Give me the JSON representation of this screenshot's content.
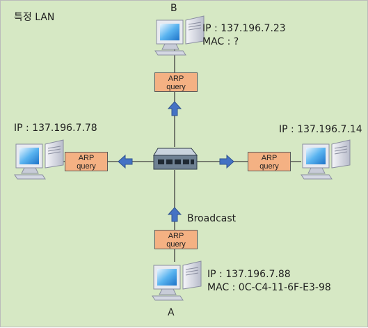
{
  "title": "특정 LAN",
  "colors": {
    "background": "#D6E8C4",
    "query_box": "#F4B183",
    "arrow": "#4472C4",
    "line": "#3F3F3F"
  },
  "hosts": {
    "b": {
      "label": "B",
      "ip": "IP : 137.196.7.23",
      "mac": "MAC : ?"
    },
    "left": {
      "ip": "IP : 137.196.7.78"
    },
    "right": {
      "ip": "IP : 137.196.7.14"
    },
    "a": {
      "label": "A",
      "ip": "IP : 137.196.7.88",
      "mac": "MAC : 0C-C4-11-6F-E3-98"
    }
  },
  "arp_query": {
    "line1": "ARP",
    "line2": "query"
  },
  "broadcast_label": "Broadcast",
  "icons": {
    "host": "computer-icon",
    "switch": "switch-hub-icon",
    "arrow": "arrow-icon"
  }
}
